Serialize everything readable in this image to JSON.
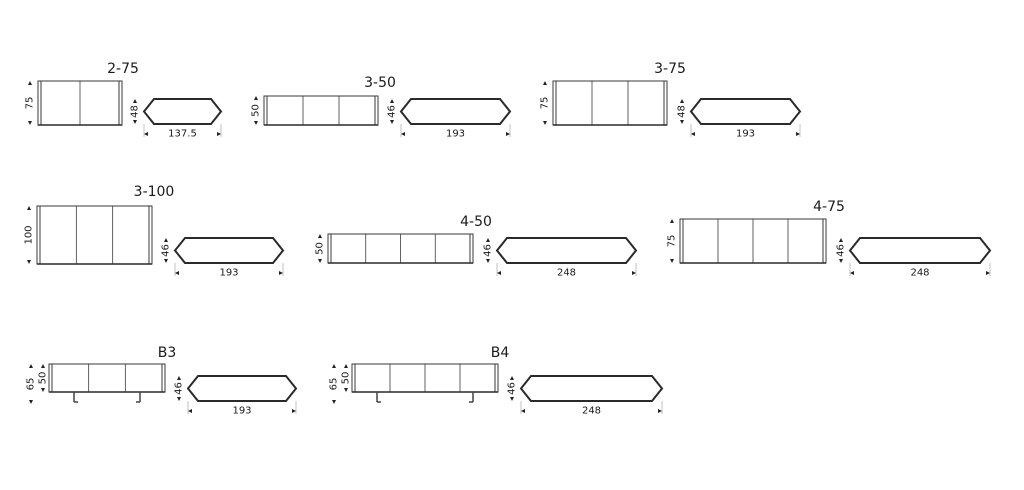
{
  "models": [
    {
      "title": "2-75",
      "doors": 2,
      "height_label": "75",
      "depth_label": "48",
      "width_label": "137.5"
    },
    {
      "title": "3-50",
      "doors": 3,
      "height_label": "50",
      "depth_label": "46",
      "width_label": "193"
    },
    {
      "title": "3-75",
      "doors": 3,
      "height_label": "75",
      "depth_label": "48",
      "width_label": "193"
    },
    {
      "title": "3-100",
      "doors": 3,
      "height_label": "100",
      "depth_label": "46",
      "width_label": "193"
    },
    {
      "title": "4-50",
      "doors": 4,
      "height_label": "50",
      "depth_label": "46",
      "width_label": "248"
    },
    {
      "title": "4-75",
      "doors": 4,
      "height_label": "75",
      "depth_label": "46",
      "width_label": "248"
    },
    {
      "title": "B3",
      "doors": 3,
      "height_label": "65",
      "inner_height_label": "50",
      "depth_label": "46",
      "width_label": "193",
      "legs": true
    },
    {
      "title": "B4",
      "doors": 4,
      "height_label": "65",
      "inner_height_label": "50",
      "depth_label": "46",
      "width_label": "248",
      "legs": true
    }
  ]
}
